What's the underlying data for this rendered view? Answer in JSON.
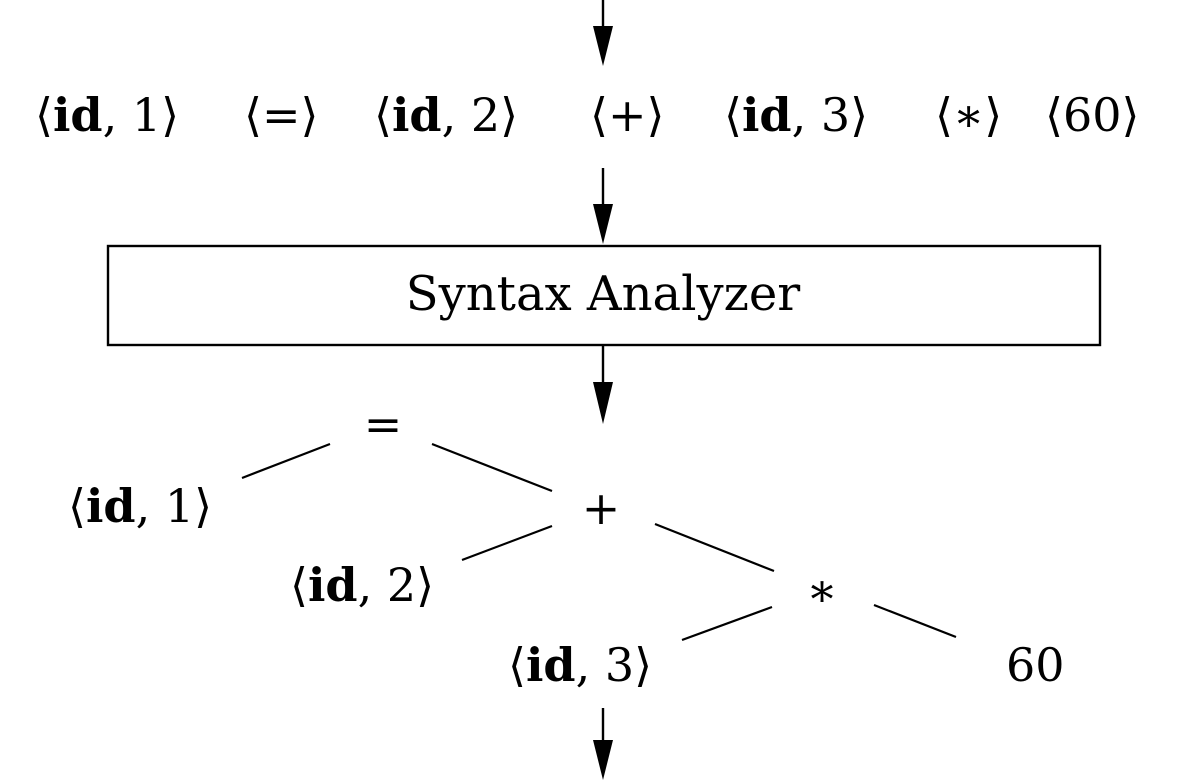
{
  "tokens": [
    {
      "name": "id",
      "value": "1"
    },
    {
      "op": "="
    },
    {
      "name": "id",
      "value": "2"
    },
    {
      "op": "+"
    },
    {
      "name": "id",
      "value": "3"
    },
    {
      "op": "∗"
    },
    {
      "op": "60"
    }
  ],
  "box": {
    "label": "Syntax Analyzer"
  },
  "tree": {
    "root": "=",
    "plus": "+",
    "times": "∗",
    "leaf_id1": {
      "name": "id",
      "value": "1"
    },
    "leaf_id2": {
      "name": "id",
      "value": "2"
    },
    "leaf_id3": {
      "name": "id",
      "value": "3"
    },
    "leaf_60": "60"
  },
  "colors": {
    "foreground": "#000000",
    "background": "#ffffff"
  }
}
